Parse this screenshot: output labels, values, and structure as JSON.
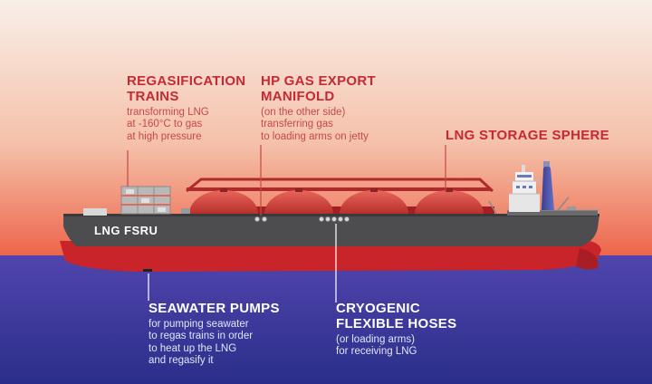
{
  "ship_name": "LNG FSRU",
  "labels": {
    "regasification": {
      "title": [
        "REGASIFICATION",
        "TRAINS"
      ],
      "description": [
        "transforming LNG",
        "at -160°C to gas",
        "at high pressure"
      ]
    },
    "hp_gas_export": {
      "title": [
        "HP GAS EXPORT",
        "MANIFOLD"
      ],
      "description": [
        "(on the other side)",
        "transferring gas",
        "to loading arms on jetty"
      ]
    },
    "lng_storage": {
      "title": [
        "LNG STORAGE SPHERE"
      ]
    },
    "seawater_pumps": {
      "title": [
        "SEAWATER PUMPS"
      ],
      "description": [
        "for pumping seawater",
        "to regas trains in order",
        "to heat up the LNG",
        "and regasify it"
      ]
    },
    "cryogenic_hoses": {
      "title": [
        "CRYOGENIC",
        "FLEXIBLE HOSES"
      ],
      "description": [
        "(or loading arms)",
        "for receiving LNG"
      ]
    }
  },
  "colors": {
    "sky_top": "#f7e9e1",
    "sky_bottom": "#ee6b4f",
    "sea_top": "#4a3fa6",
    "sea_bottom": "#2c2f8c",
    "hull_dark": "#4a4a4a",
    "hull_red": "#c8242a",
    "sphere": "#d94a44",
    "label_red": "#c42a36"
  }
}
